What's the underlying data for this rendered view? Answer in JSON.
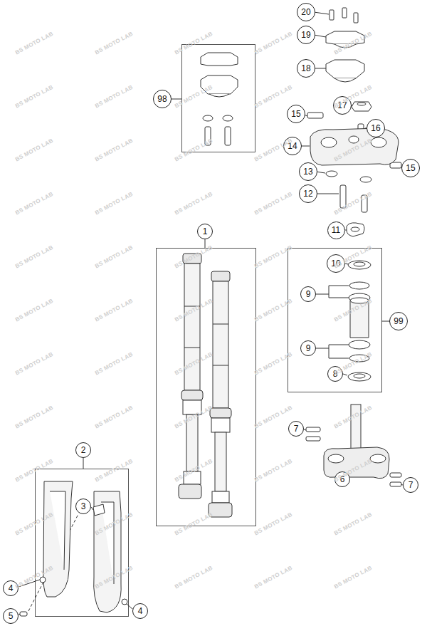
{
  "diagram": {
    "labels": [
      "20",
      "19",
      "18",
      "17",
      "16",
      "15",
      "14",
      "15",
      "13",
      "12",
      "11",
      "10",
      "9",
      "99",
      "9",
      "8",
      "98",
      "1",
      "2",
      "3",
      "4",
      "5",
      "4",
      "7",
      "6",
      "7",
      "BS MOTO LAB",
      "BS MOTO LAB",
      "BS MOTO LAB",
      "BS MOTO LAB",
      "BS MOTO LAB",
      "BS MOTO LAB",
      "BS MOTO LAB",
      "BS MOTO LAB",
      "BS MOTO LAB",
      "BS MOTO LAB",
      "BS MOTO LAB",
      "BS MOTO LAB",
      "BS MOTO LAB",
      "BS MOTO LAB",
      "BS MOTO LAB",
      "BS MOTO LAB",
      "BS MOTO LAB",
      "BS MOTO LAB",
      "BS MOTO LAB",
      "BS MOTO LAB",
      "BS MOTO LAB",
      "BS MOTO LAB",
      "BS MOTO LAB",
      "BS MOTO LAB",
      "BS MOTO LAB",
      "BS MOTO LAB",
      "BS MOTO LAB",
      "BS MOTO LAB",
      "BS MOTO LAB",
      "BS MOTO LAB",
      "BS MOTO LAB",
      "BS MOTO LAB",
      "BS MOTO LAB",
      "BS MOTO LAB",
      "BS MOTO LAB",
      "BS MOTO LAB",
      "BS MOTO LAB",
      "BS MOTO LAB",
      "BS MOTO LAB",
      "BS MOTO LAB",
      "BS MOTO LAB",
      "BS MOTO LAB",
      "BS MOTO LAB",
      "BS MOTO LAB",
      "BS MOTO LAB",
      "BS MOTO LAB",
      "BS MOTO LAB",
      "BS MOTO LAB",
      "BS MOTO LAB",
      "BS MOTO LAB",
      "BS MOTO LAB",
      "BS MOTO LAB",
      "BS MOTO LAB",
      "BS MOTO LAB",
      "BS MOTO LAB"
    ]
  }
}
